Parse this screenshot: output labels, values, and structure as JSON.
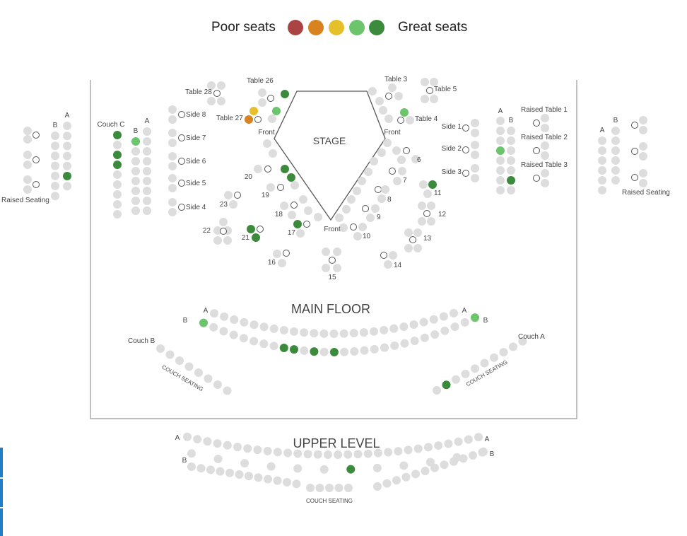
{
  "legend": {
    "poor_label": "Poor seats",
    "great_label": "Great seats",
    "colors": [
      "#a94442",
      "#d98220",
      "#e6c02a",
      "#6cc46c",
      "#3c8b3c"
    ]
  },
  "seat_colors": {
    "available": "#dddddd",
    "outlined": "#ffffff"
  },
  "labels": {
    "stage": "STAGE",
    "front": "Front",
    "main_floor": "MAIN FLOOR",
    "upper_level": "UPPER LEVEL",
    "couch_seating": "COUCH SEATING",
    "raised_seating": "Raised Seating",
    "couch_a": "Couch A",
    "couch_b": "Couch B",
    "couch_c": "Couch C",
    "row_a": "A",
    "row_b": "B",
    "tables": [
      "Table 26",
      "Table 27",
      "Table 28",
      "Table 3",
      "Table 4",
      "Table 5"
    ],
    "sides": [
      "Side 1",
      "Side 2",
      "Side 3",
      "Side 4",
      "Side 5",
      "Side 6",
      "Side 7",
      "Side 8"
    ],
    "raised_tables": [
      "Raised Table 1",
      "Raised Table 2",
      "Raised Table 3"
    ],
    "table_numbers": [
      "6",
      "7",
      "8",
      "9",
      "10",
      "11",
      "12",
      "13",
      "14",
      "15",
      "16",
      "17",
      "18",
      "19",
      "20",
      "21",
      "22",
      "23"
    ]
  }
}
